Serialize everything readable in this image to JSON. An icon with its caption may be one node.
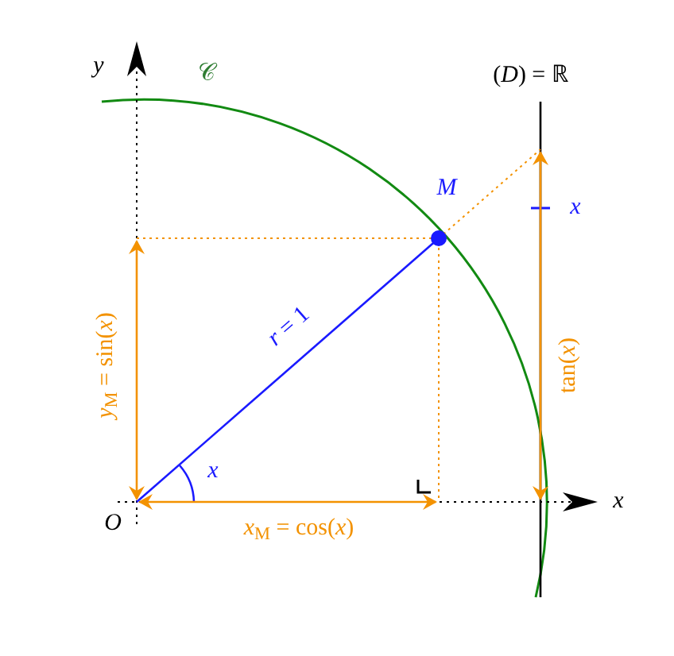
{
  "diagram": {
    "labels": [
      "*y*",
      "𝒞",
      "(*D*) = ℝ",
      "*M*",
      "*x*",
      "*r* = 1",
      "*y*$_{M}$ = sin(*x*)",
      "tan(*x*)",
      "*x*",
      "*O*",
      "*x*$_{M}$ = cos(*x*)",
      "*x*"
    ]
  }
}
